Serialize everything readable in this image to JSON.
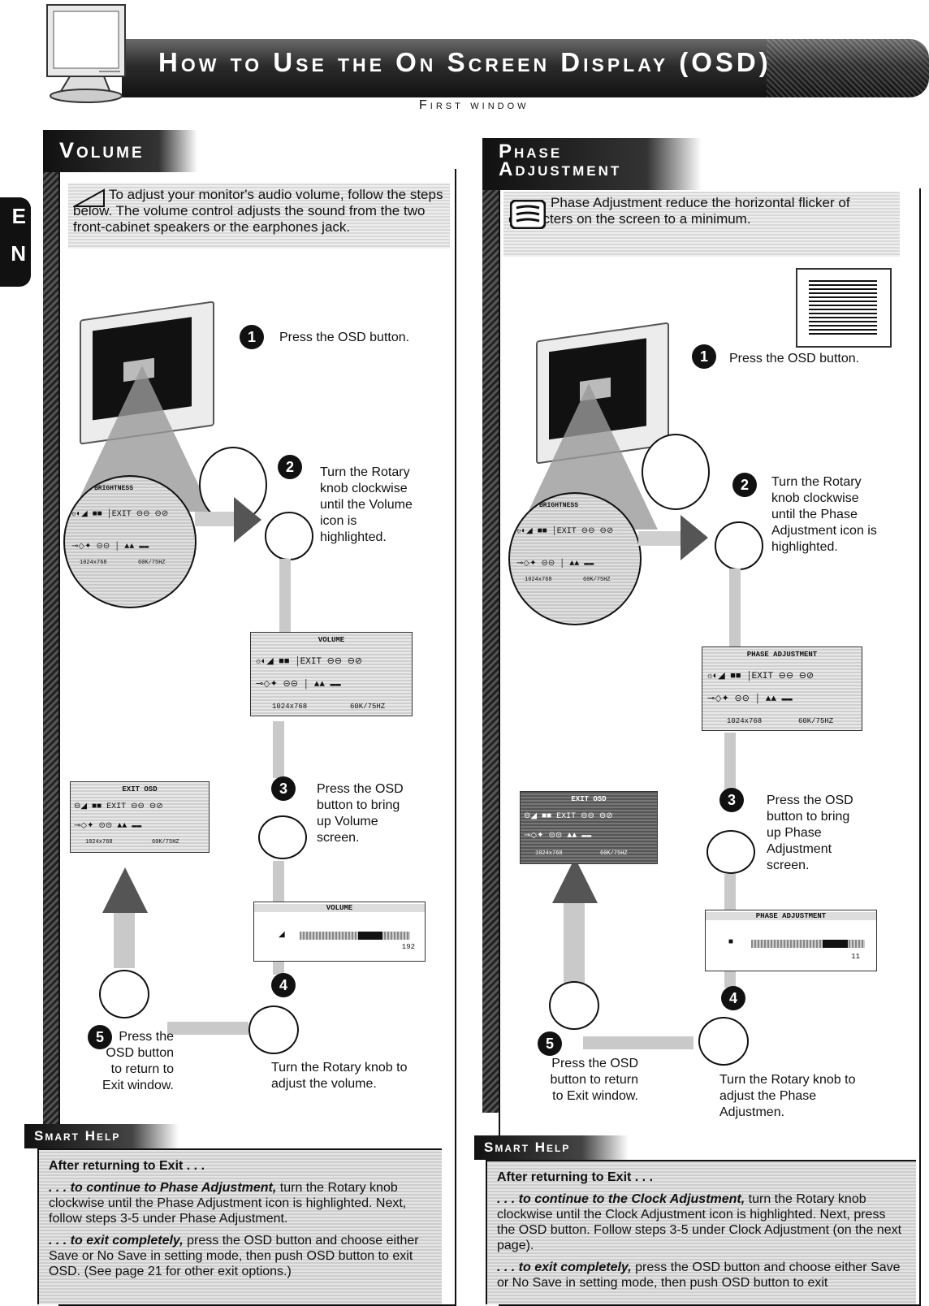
{
  "header": {
    "title": "How to Use the On Screen Display (OSD)",
    "subtitle": "First window"
  },
  "lang_tab": [
    "E",
    "N"
  ],
  "volume": {
    "heading": "Volume",
    "intro": "To adjust your monitor's audio volume, follow the steps below. The volume control adjusts the sound from the two front-cabinet speakers or the earphones jack.",
    "steps": [
      {
        "num": "1",
        "text": "Press the OSD button."
      },
      {
        "num": "2",
        "text": "Turn the Rotary knob clockwise until the Volume icon is highlighted."
      },
      {
        "num": "3",
        "text": "Press the OSD button to bring up Volume screen."
      },
      {
        "num": "4",
        "text": "Turn the Rotary knob to adjust the volume."
      },
      {
        "num": "5",
        "text": "Press the OSD button to return to Exit window."
      }
    ],
    "osd_menu_title": "VOLUME",
    "osd_menu_res": "1024x768",
    "osd_menu_freq": "60K/75HZ",
    "osd_exit_title": "EXIT OSD",
    "osd_bright_title": "BRIGHTNESS",
    "osd_slider_title": "VOLUME",
    "osd_slider_value": "192",
    "osd_slider_level": 0.75,
    "smart_help": {
      "heading": "Smart Help",
      "lead": "After returning to Exit . . .",
      "p1_emph": ". . . to continue to Phase Adjustment,",
      "p1_rest": "turn the Rotary knob clockwise until the Phase Adjustment icon is highlighted. Next, follow steps 3-5 under Phase Adjustment.",
      "p2_emph": ". . . to exit completely,",
      "p2_rest": "press the OSD button and choose either Save or No Save in setting mode, then push OSD button to exit OSD. (See page 21 for other exit options.)"
    }
  },
  "phase": {
    "heading_l1": "Phase",
    "heading_l2": "Adjustment",
    "intro": "Phase Adjustment reduce the horizontal flicker of characters on the screen to a minimum.",
    "steps": [
      {
        "num": "1",
        "text": "Press the OSD button."
      },
      {
        "num": "2",
        "text": "Turn the Rotary knob clockwise until the Phase Adjustment icon is highlighted."
      },
      {
        "num": "3",
        "text": "Press the OSD button to bring up Phase Adjustment screen."
      },
      {
        "num": "4",
        "text": "Turn the Rotary knob to adjust the Phase Adjustmen."
      },
      {
        "num": "5",
        "text": "Press the OSD button to return to Exit window."
      }
    ],
    "osd_menu_title": "PHASE ADJUSTMENT",
    "osd_menu_res": "1024x768",
    "osd_menu_freq": "60K/75HZ",
    "osd_exit_title": "EXIT OSD",
    "osd_bright_title": "BRIGHTNESS",
    "osd_slider_title": "PHASE ADJUSTMENT",
    "osd_slider_value": "11",
    "osd_slider_level": 0.85,
    "smart_help": {
      "heading": "Smart Help",
      "lead": "After returning to Exit . . .",
      "p1_emph": ". . . to continue to the Clock Adjustment,",
      "p1_rest": "turn the Rotary knob clockwise until the Clock Adjustment icon is highlighted. Next, press the OSD button. Follow steps 3-5 under Clock Adjustment (on the next page).",
      "p2_emph": ". . . to exit completely,",
      "p2_rest": "press the OSD button and choose either Save or No Save in setting mode, then push OSD button to exit"
    }
  },
  "colors": {
    "ink": "#111111",
    "screen_gray": "#d0d0d0"
  }
}
